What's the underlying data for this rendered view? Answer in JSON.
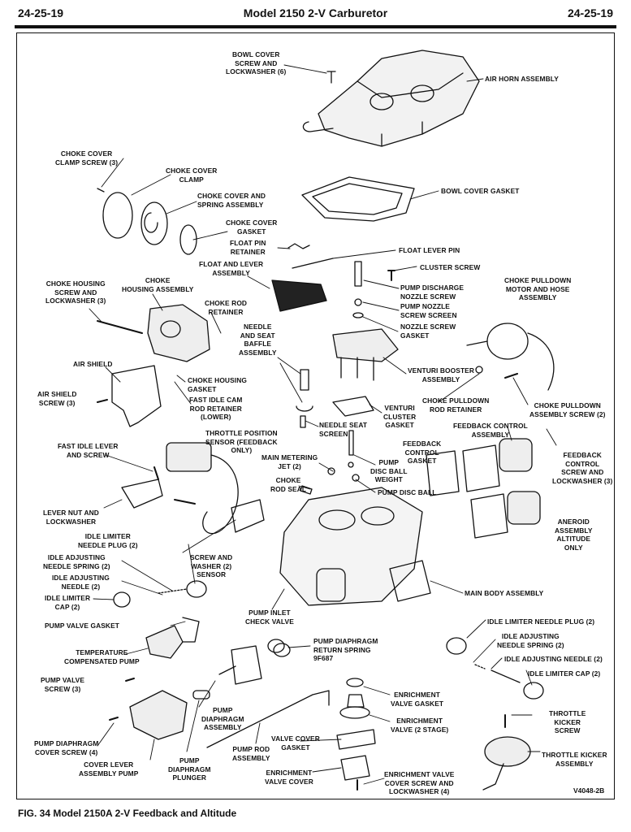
{
  "header": {
    "page_left": "24-25-19",
    "title": "Model 2150 2-V Carburetor",
    "page_right": "24-25-19"
  },
  "figure_code": "V4048-2B",
  "caption": "FIG. 34 Model 2150A 2-V Feedback and Altitude",
  "labels": {
    "bowl_cover_screw": "BOWL COVER\nSCREW AND\nLOCKWASHER (6)",
    "air_horn": "AIR HORN ASSEMBLY",
    "choke_cover_clamp_screw": "CHOKE COVER\nCLAMP SCREW (3)",
    "choke_cover_clamp": "CHOKE COVER\nCLAMP",
    "choke_cover_spring": "CHOKE COVER AND\nSPRING ASSEMBLY",
    "bowl_cover_gasket": "BOWL COVER GASKET",
    "choke_cover_gasket": "CHOKE COVER\nGASKET",
    "float_pin_retainer": "FLOAT PIN\nRETAINER",
    "float_lever_pin": "FLOAT LEVER PIN",
    "float_lever_assembly": "FLOAT AND LEVER\nASSEMBLY",
    "cluster_screw": "CLUSTER SCREW",
    "choke_housing_screw": "CHOKE HOUSING\nSCREW AND\nLOCKWASHER (3)",
    "choke_housing_assembly": "CHOKE\nHOUSING ASSEMBLY",
    "pump_discharge_nozzle_screw": "PUMP DISCHARGE\nNOZZLE SCREW",
    "choke_pulldown_motor": "CHOKE PULLDOWN\nMOTOR AND HOSE\nASSEMBLY",
    "pump_nozzle_screen": "PUMP NOZZLE\nSCREW SCREEN",
    "choke_rod_retainer": "CHOKE ROD\nRETAINER",
    "nozzle_screw_gasket": "NOZZLE SCREW\nGASKET",
    "needle_seat_baffle": "NEEDLE\nAND SEAT\nBAFFLE\nASSEMBLY",
    "air_shield": "AIR SHIELD",
    "venturi_booster": "VENTURI BOOSTER\nASSEMBLY",
    "choke_housing_gasket": "CHOKE HOUSING\nGASKET",
    "air_shield_screw": "AIR SHIELD\nSCREW (3)",
    "fast_idle_cam_retainer": "FAST IDLE CAM\nROD RETAINER\n(LOWER)",
    "choke_pulldown_rod_retainer": "CHOKE PULLDOWN\nROD RETAINER",
    "choke_pulldown_screw": "CHOKE PULLDOWN\nASSEMBLY SCREW (2)",
    "venturi_cluster_gasket": "VENTURI\nCLUSTER\nGASKET",
    "needle_seat_screen": "NEEDLE SEAT\nSCREEN",
    "feedback_control": "FEEDBACK CONTROL\nASSEMBLY",
    "throttle_position_sensor": "THROTTLE POSITION\nSENSOR (FEEDBACK\nONLY)",
    "fast_idle_lever": "FAST IDLE LEVER\nAND SCREW",
    "feedback_control_gasket": "FEEDBACK\nCONTROL\nGASKET",
    "main_metering_jet": "MAIN METERING\nJET (2)",
    "pump_disc_ball_weight": "PUMP\nDISC BALL\nWEIGHT",
    "feedback_control_screw": "FEEDBACK\nCONTROL\nSCREW AND\nLOCKWASHER (3)",
    "choke_rod_seal": "CHOKE\nROD SEAL",
    "pump_disc_ball": "PUMP DISC BALL",
    "lever_nut": "LEVER NUT AND\nLOCKWASHER",
    "aneroid_assembly": "ANEROID\nASSEMBLY\nALTITUDE\nONLY",
    "idle_limiter_needle_plug": "IDLE LIMITER\nNEEDLE PLUG (2)",
    "screw_washer_sensor": "SCREW AND\nWASHER (2)\nSENSOR",
    "idle_adjusting_spring_left": "IDLE ADJUSTING\nNEEDLE SPRING (2)",
    "idle_adjusting_needle_left": "IDLE ADJUSTING\nNEEDLE (2)",
    "main_body": "MAIN BODY ASSEMBLY",
    "idle_limiter_cap_left": "IDLE LIMITER\nCAP (2)",
    "pump_inlet_check_valve": "PUMP INLET\nCHECK VALVE",
    "pump_valve_gasket": "PUMP VALVE GASKET",
    "idle_limiter_plug_right": "IDLE LIMITER NEEDLE PLUG (2)",
    "pump_diaphragm_spring": "PUMP DIAPHRAGM\nRETURN SPRING\n9F687",
    "idle_adjusting_spring_right": "IDLE ADJUSTING\nNEEDLE SPRING (2)",
    "temp_compensated_pump": "TEMPERATURE\nCOMPENSATED PUMP",
    "idle_adjusting_needle_right": "IDLE ADJUSTING NEEDLE (2)",
    "pump_valve_screw": "PUMP VALVE\nSCREW (3)",
    "idle_limiter_cap_right": "IDLE LIMITER CAP (2)",
    "enrichment_valve_gasket": "ENRICHMENT\nVALVE GASKET",
    "pump_diaphragm_assembly": "PUMP\nDIAPHRAGM\nASSEMBLY",
    "throttle_kicker_screw": "THROTTLE\nKICKER\nSCREW",
    "enrichment_valve": "ENRICHMENT\nVALVE (2 STAGE)",
    "pump_diaphragm_cover_screw": "PUMP DIAPHRAGM\nCOVER SCREW (4)",
    "valve_cover_gasket": "VALVE COVER\nGASKET",
    "pump_rod_assembly": "PUMP ROD\nASSEMBLY",
    "throttle_kicker_assembly": "THROTTLE KICKER\nASSEMBLY",
    "cover_lever_pump": "COVER LEVER\nASSEMBLY PUMP",
    "pump_diaphragm_plunger": "PUMP\nDIAPHRAGM\nPLUNGER",
    "enrichment_valve_cover": "ENRICHMENT\nVALVE COVER",
    "enrichment_cover_screw": "ENRICHMENT VALVE\nCOVER SCREW AND\nLOCKWASHER (4)"
  }
}
